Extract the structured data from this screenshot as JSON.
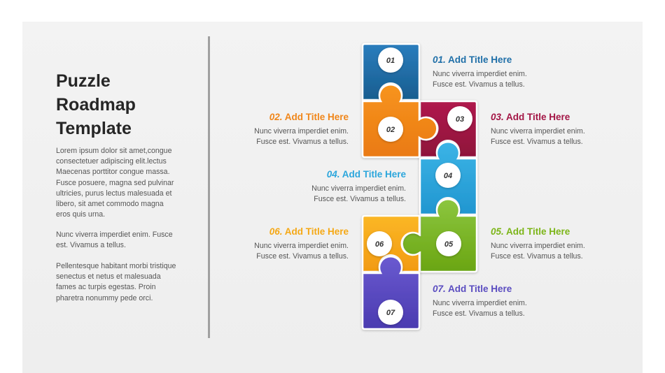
{
  "title_lines": [
    "Puzzle",
    "Roadmap",
    "Template"
  ],
  "left_paragraphs": [
    [
      "Lorem ipsum dolor sit amet,congue",
      "consectetuer adipiscing elit.lectus",
      "Maecenas porttitor congue massa.",
      "Fusce posuere, magna sed pulvinar",
      "ultricies, purus lectus malesuada et",
      "libero, sit amet commodo magna",
      "eros quis urna."
    ],
    [
      "Nunc viverra imperdiet enim. Fusce",
      "est. Vivamus a tellus."
    ],
    [
      "Pellentesque habitant morbi tristique",
      "senectus et netus et malesuada",
      "fames ac turpis egestas. Proin",
      "pharetra nonummy pede orci."
    ]
  ],
  "steps": [
    {
      "num": "01",
      "title_num": "01.",
      "title": "Add Title Here",
      "color": "#1f6fa8",
      "desc": [
        "Nunc viverra imperdiet enim.",
        "Fusce est. Vivamus a tellus."
      ]
    },
    {
      "num": "02",
      "title_num": "02.",
      "title": "Add Title Here",
      "color": "#f0861a",
      "desc": [
        "Nunc viverra imperdiet enim.",
        "Fusce est. Vivamus a tellus."
      ]
    },
    {
      "num": "03",
      "title_num": "03.",
      "title": "Add Title Here",
      "color": "#a31545",
      "desc": [
        "Nunc viverra imperdiet enim.",
        "Fusce est. Vivamus a tellus."
      ]
    },
    {
      "num": "04",
      "title_num": "04.",
      "title": "Add Title Here",
      "color": "#2ba6dc",
      "desc": [
        "Nunc viverra imperdiet enim.",
        "Fusce est. Vivamus a tellus."
      ]
    },
    {
      "num": "05",
      "title_num": "05.",
      "title": "Add Title Here",
      "color": "#7cb518",
      "desc": [
        "Nunc viverra imperdiet enim.",
        "Fusce est. Vivamus a tellus."
      ]
    },
    {
      "num": "06",
      "title_num": "06.",
      "title": "Add Title Here",
      "color": "#f5a815",
      "desc": [
        "Nunc viverra imperdiet enim.",
        "Fusce est. Vivamus a tellus."
      ]
    },
    {
      "num": "07",
      "title_num": "07.",
      "title": "Add Title Here",
      "color": "#5a4cc0",
      "desc": [
        "Nunc viverra imperdiet enim.",
        "Fusce est. Vivamus a tellus."
      ]
    }
  ]
}
